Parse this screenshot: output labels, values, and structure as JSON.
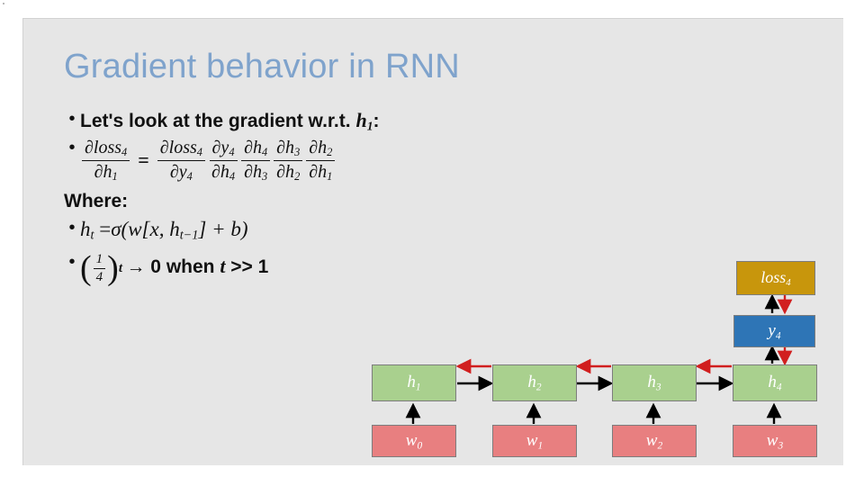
{
  "slide": {
    "title": "Gradient behavior in RNN",
    "title_color": "#7fa3cc",
    "background_color": "#e6e6e6",
    "page_background": "#ffffff"
  },
  "bullets": {
    "intro_prefix": "Let's look at the gradient w.r.t.",
    "intro_symbol": "h",
    "intro_sub": "1",
    "intro_colon": ":",
    "chain_rule": {
      "lhs": {
        "num_fn": "∂loss",
        "num_sub": "4",
        "den_fn": "∂h",
        "den_sub": "1"
      },
      "equals": "=",
      "factors": [
        {
          "num_fn": "∂loss",
          "num_sub": "4",
          "den_fn": "∂y",
          "den_sub": "4"
        },
        {
          "num_fn": "∂y",
          "num_sub": "4",
          "den_fn": "∂h",
          "den_sub": "4"
        },
        {
          "num_fn": "∂h",
          "num_sub": "4",
          "den_fn": "∂h",
          "den_sub": "3"
        },
        {
          "num_fn": "∂h",
          "num_sub": "3",
          "den_fn": "∂h",
          "den_sub": "2"
        },
        {
          "num_fn": "∂h",
          "num_sub": "2",
          "den_fn": "∂h",
          "den_sub": "1"
        }
      ]
    },
    "where_label": "Where:",
    "hidden_state_eq": {
      "lhs_sym": "h",
      "lhs_sub": "t",
      "equals": "=",
      "rhs": "σ(w[x, h",
      "rhs_sub": "t−1",
      "rhs_tail": "] + b)"
    },
    "decay": {
      "open_paren": "(",
      "frac_num": "1",
      "frac_den": "4",
      "close_paren": ")",
      "exponent": "t",
      "arrow": "→",
      "limit": "0",
      "when": "when",
      "var": "t",
      "compare": ">>",
      "one": "1"
    }
  },
  "diagram": {
    "colors": {
      "hidden": "#a9d08e",
      "weight": "#e87f80",
      "output": "#2e75b6",
      "loss": "#c8960c",
      "forward_arrow": "#000000",
      "backward_arrow": "#d11f1f"
    },
    "nodes": {
      "hidden": [
        {
          "sym": "h",
          "sub": "1"
        },
        {
          "sym": "h",
          "sub": "2"
        },
        {
          "sym": "h",
          "sub": "3"
        },
        {
          "sym": "h",
          "sub": "4"
        }
      ],
      "weights": [
        {
          "sym": "w",
          "sub": "0"
        },
        {
          "sym": "w",
          "sub": "1"
        },
        {
          "sym": "w",
          "sub": "2"
        },
        {
          "sym": "w",
          "sub": "3"
        }
      ],
      "output": {
        "sym": "y",
        "sub": "4"
      },
      "loss": {
        "sym": "loss",
        "sub": "4"
      }
    }
  }
}
